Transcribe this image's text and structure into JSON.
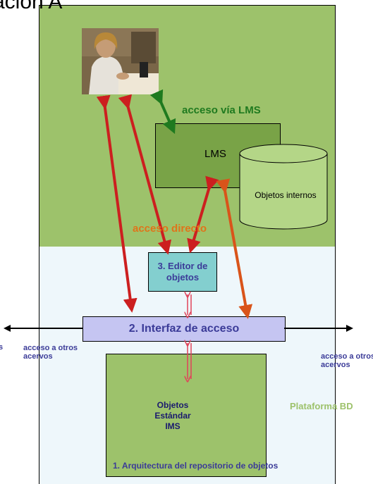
{
  "title": "ación A",
  "labels": {
    "acceso_lms": "acceso vía LMS",
    "acceso_directo": "acceso directo",
    "lms": "LMS",
    "objetos_internos": "Objetos internos",
    "editor_line1": "3. Editor de",
    "editor_line2": "objetos",
    "interfaz": "2. Interfaz de acceso",
    "otros_left_line1": "acceso a otros",
    "otros_left_line2": "acervos",
    "otros_right_line1": "acceso a otros",
    "otros_right_line2": "acervos",
    "left_cut": "s",
    "plataforma": "Plataforma BD",
    "ims_line1": "Objetos",
    "ims_line2": "Estándar",
    "ims_line3": "IMS",
    "arquitectura": "1. Arquitectura del repositorio de objetos"
  },
  "colors": {
    "green_zone": "#9dc26b",
    "lms_box": "#79a347",
    "light_zone": "#eef7fb",
    "editor": "#83cfcf",
    "interfaz": "#c5c5f2",
    "arrow_red": "#cc1f1f",
    "arrow_green": "#1f7a1f",
    "arrow_orange": "#d9541a",
    "arrow_pink": "#e0435a",
    "text_navy": "#3b3b98"
  }
}
